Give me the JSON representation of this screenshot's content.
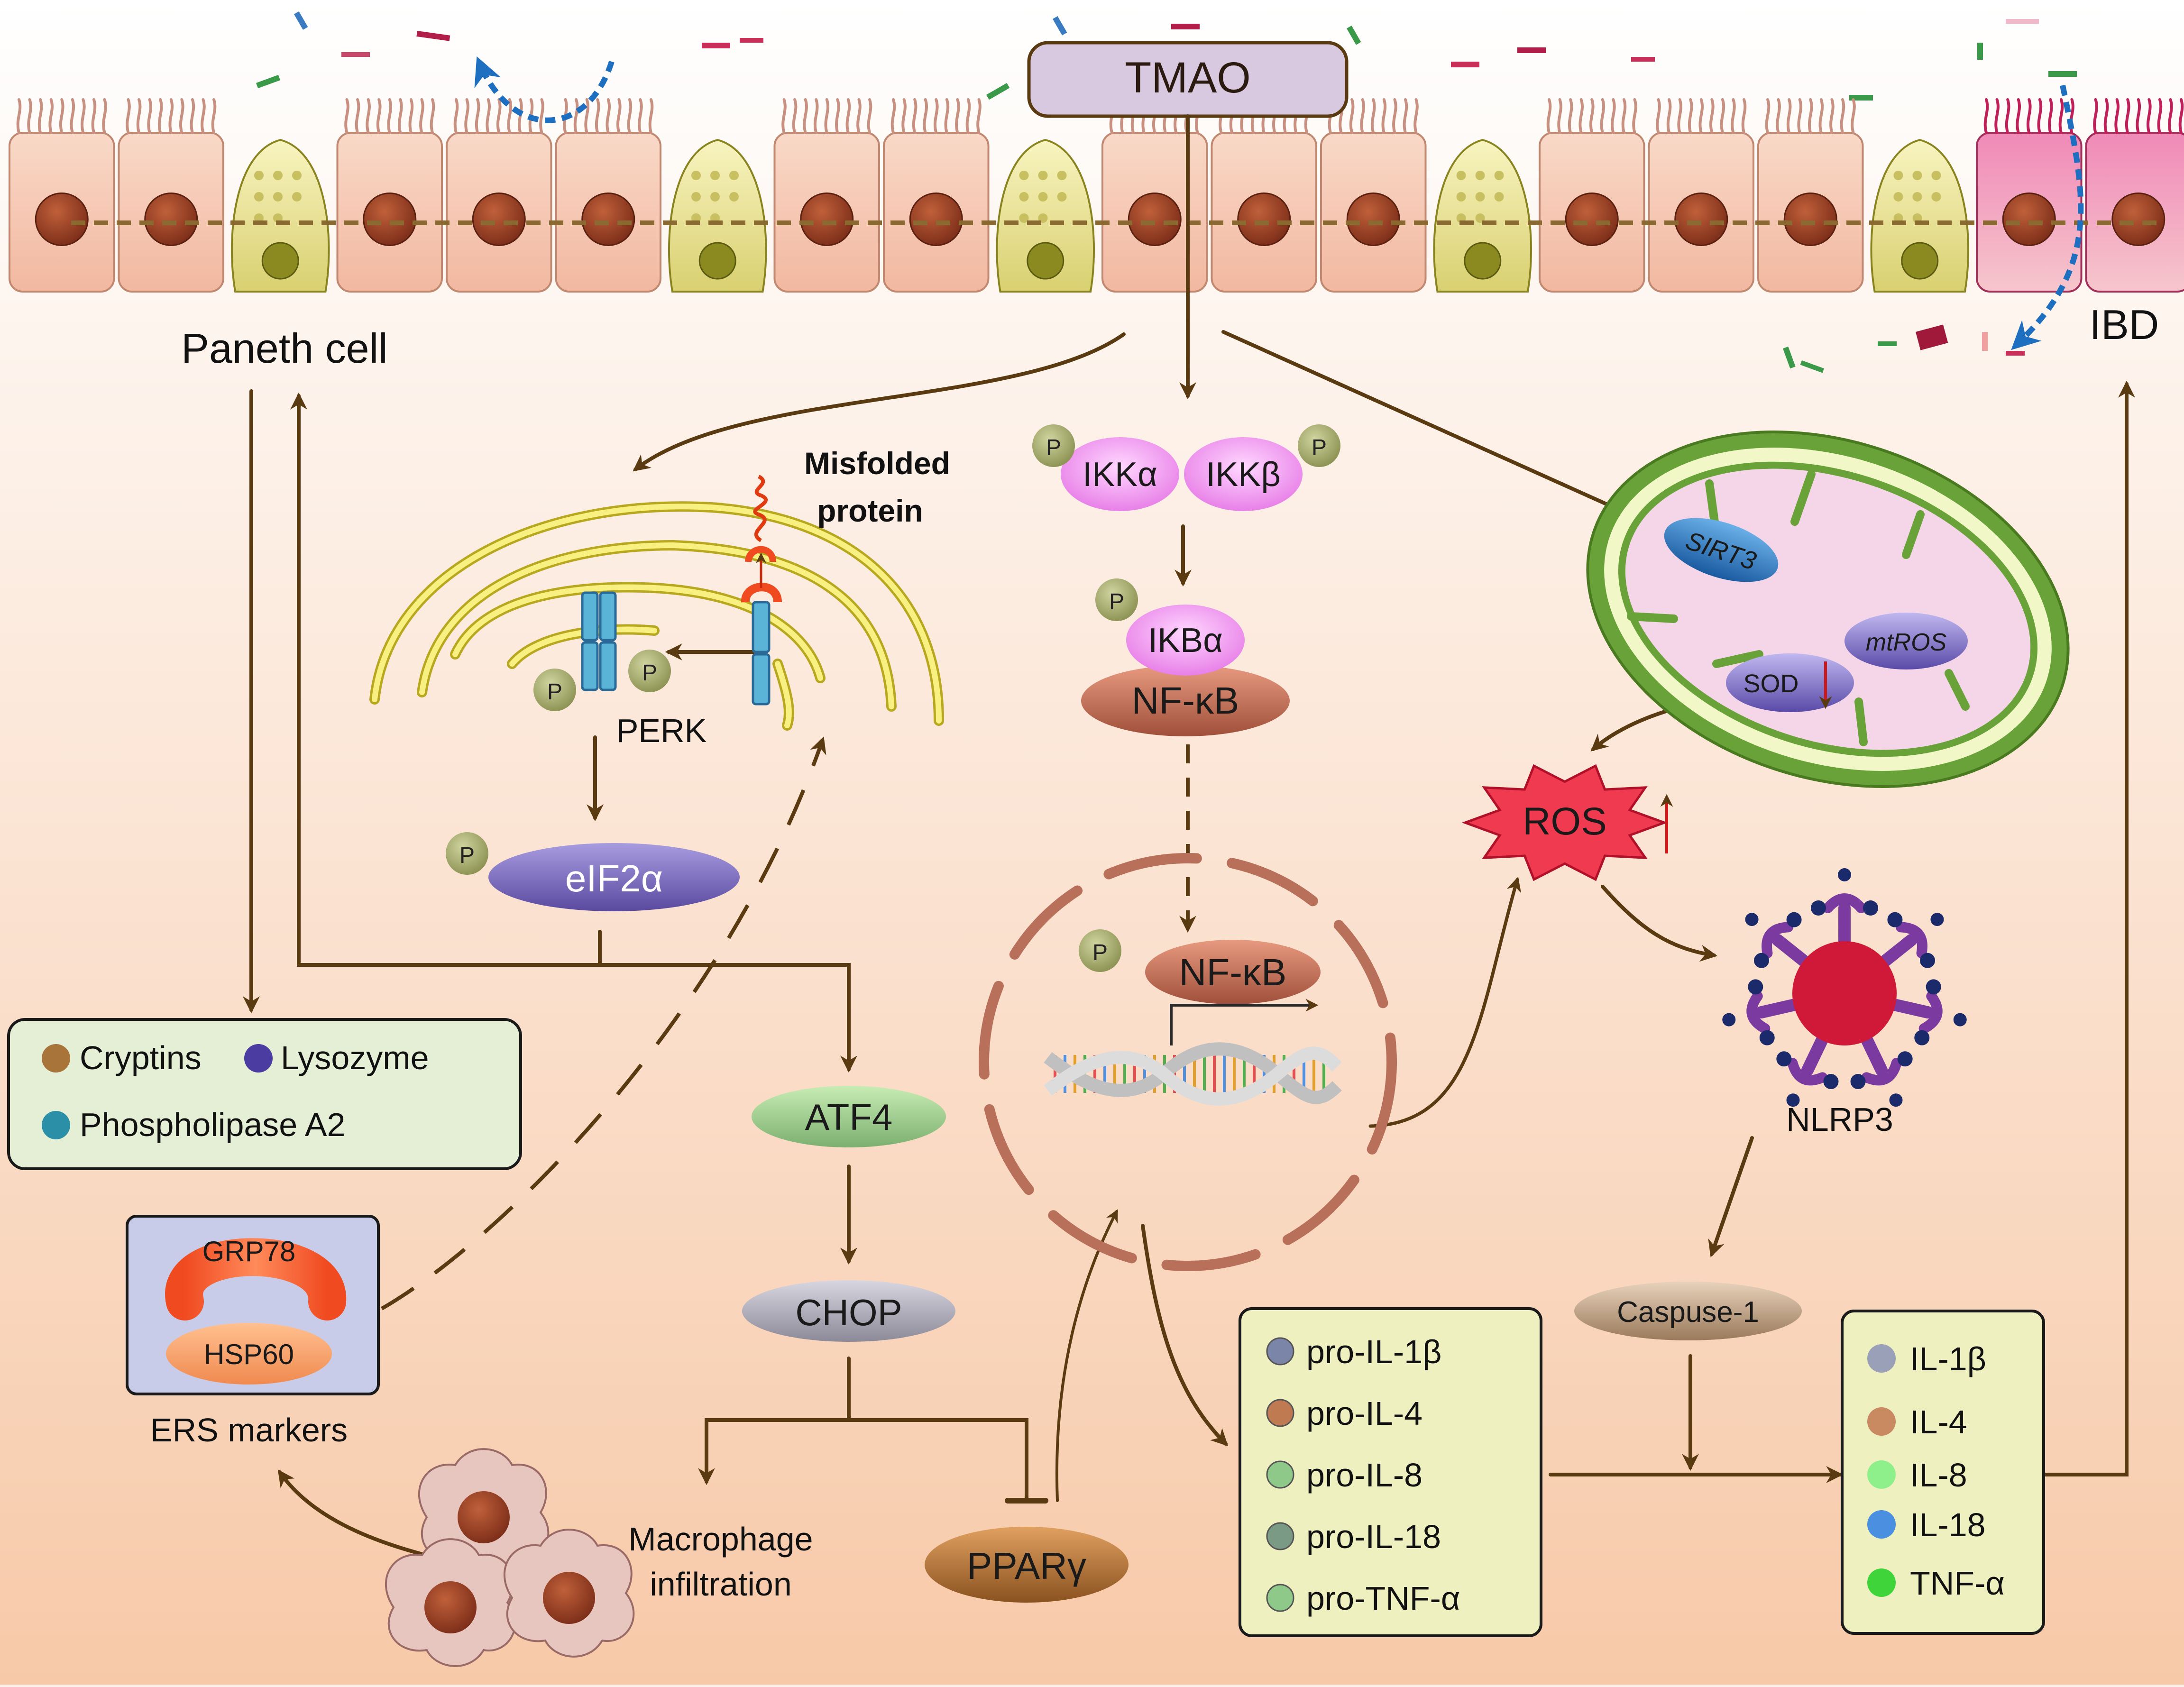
{
  "epithelium": {
    "left_label": "Paneth cell",
    "right_label": "IBD"
  },
  "nodes": {
    "tmao": "TMAO",
    "misfolded_protein": [
      "Misfolded",
      "protein"
    ],
    "perk": "PERK",
    "eif2a": "eIF2α",
    "atf4": "ATF4",
    "chop": "CHOP",
    "macrophage": [
      "Macrophage",
      "infiltration"
    ],
    "ppar": "PPARγ",
    "ikka": "IKKα",
    "ikkb": "IKKβ",
    "ikba": "IKBα",
    "nfkb_cyto": "NF-κB",
    "nfkb_nuc": "NF-κB",
    "sirt3": "SIRT3",
    "mtros": "mtROS",
    "sod": "SOD",
    "ros": "ROS",
    "nlrp3": "NLRP3",
    "caspase": "Caspuse-1",
    "phospho": "P"
  },
  "paneth_products": {
    "items": [
      {
        "label": "Cryptins",
        "color": "#a8743a"
      },
      {
        "label": "Lysozyme",
        "color": "#4a3ca0"
      },
      {
        "label": "Phospholipase A2",
        "color": "#2c8fa8"
      }
    ]
  },
  "ers_markers": {
    "grp78": "GRP78",
    "hsp60": "HSP60",
    "caption": "ERS markers"
  },
  "pro_cytokines": [
    {
      "label": "pro-IL-1β",
      "color": "#7b85a8"
    },
    {
      "label": "pro-IL-4",
      "color": "#c07a52"
    },
    {
      "label": "pro-IL-8",
      "color": "#8ec98a"
    },
    {
      "label": "pro-IL-18",
      "color": "#7a9a86"
    },
    {
      "label": "pro-TNF-α",
      "color": "#8ec98a"
    }
  ],
  "cytokines": [
    {
      "label": "IL-1β",
      "color": "#9aa0b8"
    },
    {
      "label": "IL-4",
      "color": "#c98a62"
    },
    {
      "label": "IL-8",
      "color": "#8ef08a"
    },
    {
      "label": "IL-18",
      "color": "#4a8fe0"
    },
    {
      "label": "TNF-α",
      "color": "#3fd43a"
    }
  ],
  "colors": {
    "arrow": "#5a3a10",
    "panel_green": "#e4efd6",
    "panel_yellow": "#eef0c0",
    "tmao_fill": "#d8c8e0"
  }
}
